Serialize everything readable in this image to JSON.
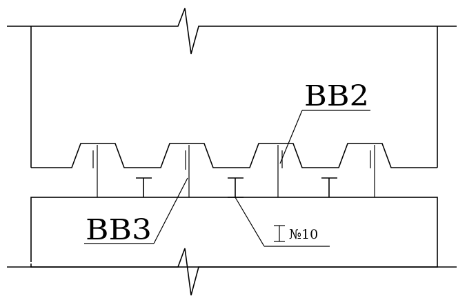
{
  "labels": {
    "vv2": "BB2",
    "vv3": "BB3",
    "beam_size": "№10"
  }
}
